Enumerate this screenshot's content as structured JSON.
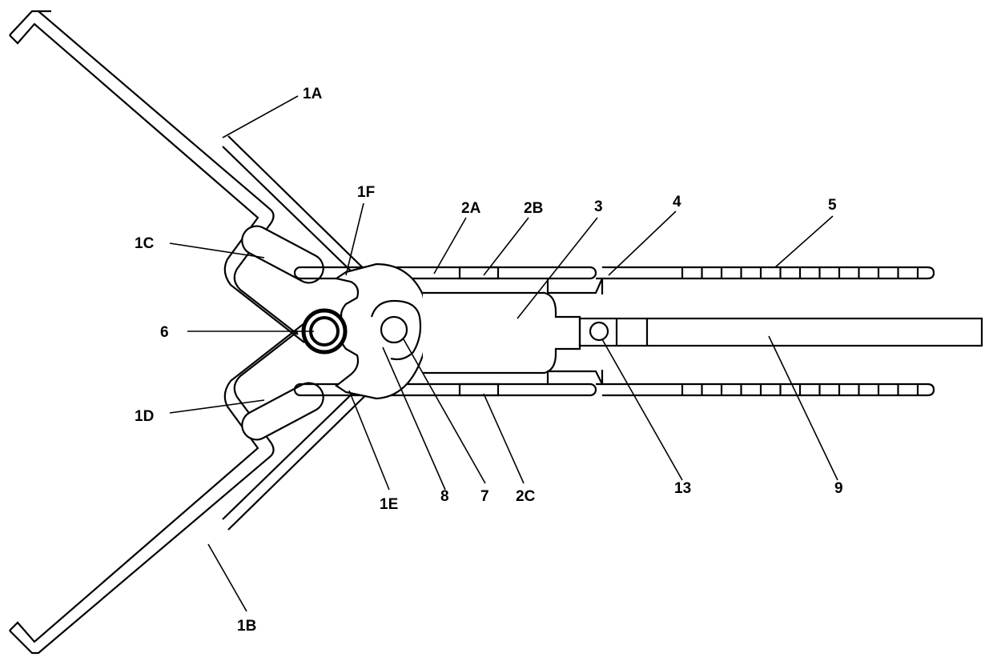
{
  "labels": {
    "l1A": "1A",
    "l1B": "1B",
    "l1C": "1C",
    "l1D": "1D",
    "l1E": "1E",
    "l1F": "1F",
    "l2A": "2A",
    "l2B": "2B",
    "l2C": "2C",
    "l3": "3",
    "l4": "4",
    "l5": "5",
    "l6": "6",
    "l7": "7",
    "l8": "8",
    "l9": "9",
    "l13": "13"
  }
}
